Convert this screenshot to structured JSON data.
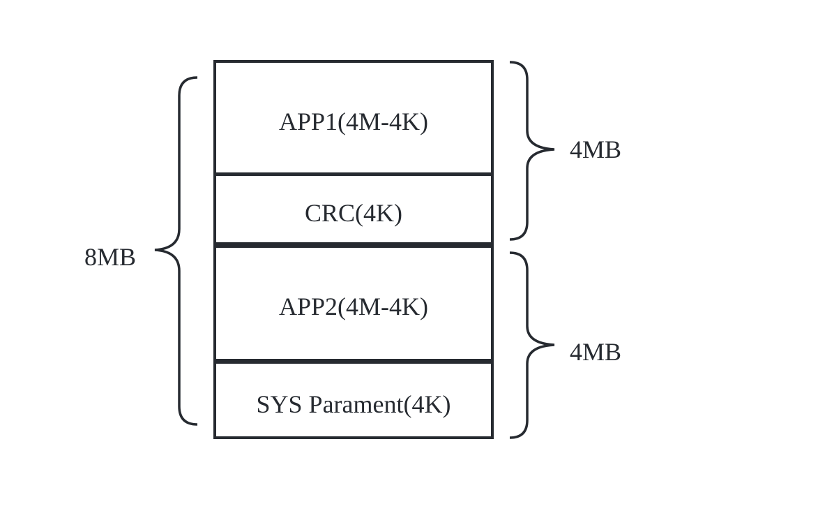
{
  "memory_map": {
    "blocks": [
      {
        "label": "APP1(4M-4K)"
      },
      {
        "label": "CRC(4K)"
      },
      {
        "label": "APP2(4M-4K)"
      },
      {
        "label": "SYS Parament(4K)"
      }
    ],
    "left_brace": {
      "label": "8MB"
    },
    "right_braces": [
      {
        "label": "4MB"
      },
      {
        "label": "4MB"
      }
    ],
    "colors": {
      "line": "#262a30",
      "text": "#262a30",
      "background": "#ffffff"
    }
  }
}
